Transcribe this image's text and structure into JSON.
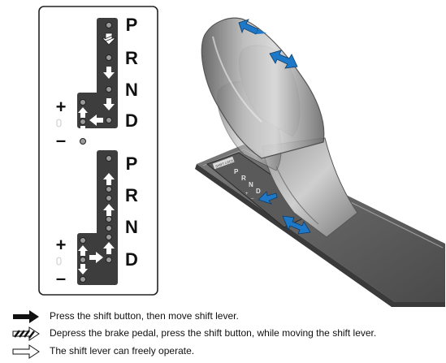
{
  "gates": [
    {
      "letters": [
        "P",
        "R",
        "N",
        "D"
      ],
      "plus": "+",
      "minus": "–"
    },
    {
      "letters": [
        "P",
        "R",
        "N",
        "D"
      ],
      "plus": "+",
      "minus": "–"
    }
  ],
  "lever": {
    "plate_text": "SHIFT LOCK",
    "plate_letters": [
      "P",
      "R",
      "N",
      "D"
    ],
    "plate_signs": [
      "+",
      "–"
    ]
  },
  "legend": [
    {
      "icon": "solid-arrow-icon",
      "text": "Press the shift button, then move shift lever."
    },
    {
      "icon": "hatched-arrow-icon",
      "text": "Depress the brake pedal, press the shift button, while moving the shift lever."
    },
    {
      "icon": "outline-arrow-icon",
      "text": "The shift lever can freely operate."
    }
  ],
  "colors": {
    "gate_plate": "#3d3d3d",
    "blue_arrow": "#1e78c8",
    "border": "#222222"
  }
}
